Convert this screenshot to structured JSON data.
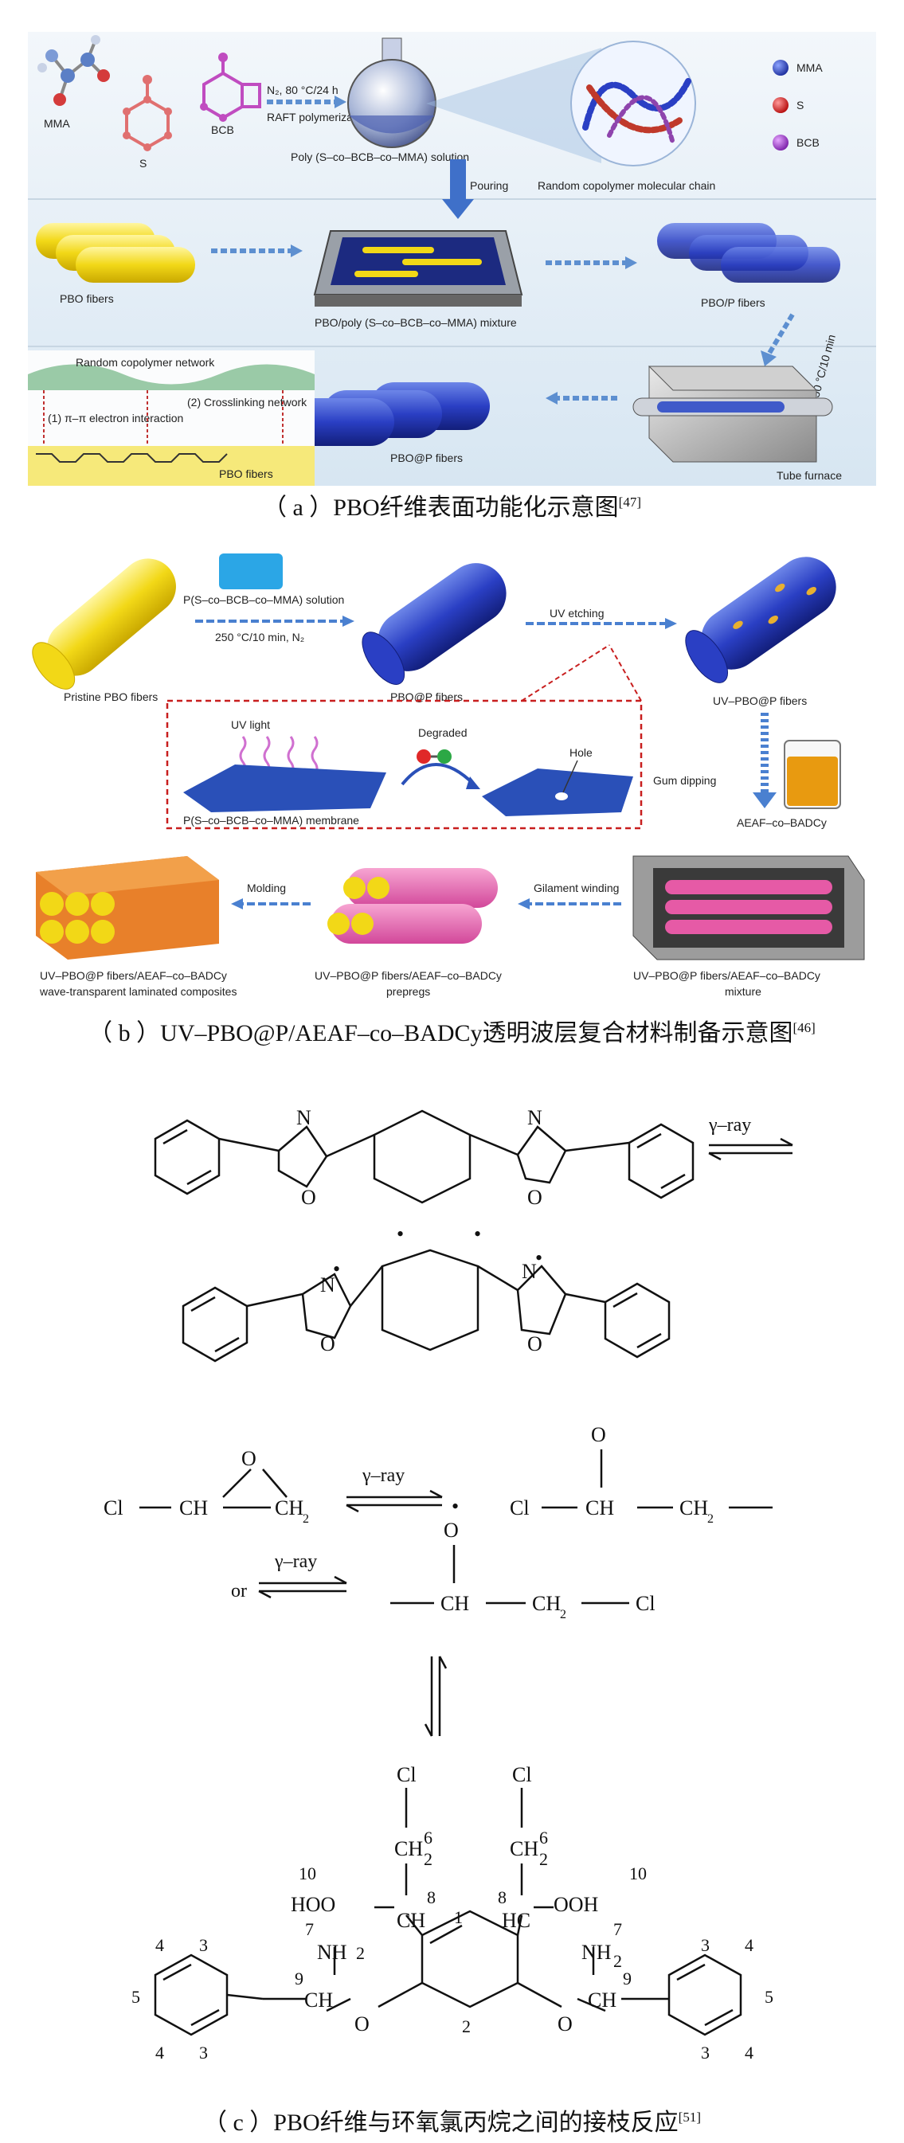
{
  "panel_a": {
    "mma": "MMA",
    "s": "S",
    "bcb": "BCB",
    "condition": "N₂, 80 °C/24 h",
    "raft": "RAFT polymerization",
    "solution": "Poly (S–co–BCB–co–MMA) solution",
    "chain": "Random copolymer molecular chain",
    "legend": [
      "MMA",
      "S",
      "BCB"
    ],
    "pouring": "Pouring",
    "pbo_fibers": "PBO fibers",
    "mixture": "PBO/poly (S–co–BCB–co–MMA) mixture",
    "pbop": "PBO/P fibers",
    "furnace_cond": "N₂, 250 °C/10 min",
    "network": "Random copolymer network",
    "interaction": "(1) π–π electron interaction",
    "crosslinking": "(2) Crosslinking network",
    "pbo_fibers2": "PBO fibers",
    "pboatp": "PBO@P fibers",
    "tube": "Tube furnace",
    "caption_main": "（ a ）PBO纤维表面功能化示意图",
    "caption_ref": "[47]"
  },
  "panel_b": {
    "pristine": "Pristine PBO fibers",
    "solution": "P(S–co–BCB–co–MMA) solution",
    "cond": "250 °C/10 min, N₂",
    "pboatp": "PBO@P fibers",
    "uv_etch": "UV etching",
    "uvpbo": "UV–PBO@P fibers",
    "uv_light": "UV light",
    "degraded": "Degraded",
    "hole": "Hole",
    "membrane": "P(S–co–BCB–co–MMA) membrane",
    "gum": "Gum dipping",
    "aeaf": "AEAF–co–BADCy",
    "molding": "Molding",
    "gilament": "Gilament winding",
    "lam1": "UV–PBO@P fibers/AEAF–co–BADCy",
    "lam2": "wave-transparent laminated composites",
    "pre1": "UV–PBO@P fibers/AEAF–co–BADCy",
    "pre2": "prepregs",
    "mix1": "UV–PBO@P fibers/AEAF–co–BADCy",
    "mix2": "mixture",
    "caption_main": "（ b ）UV–PBO@P/AEAF–co–BADCy透明波层复合材料制备示意图",
    "caption_ref": "[46]"
  },
  "panel_c": {
    "gamma": "γ–ray",
    "gamma2": "γ–ray",
    "gamma3": "γ–ray",
    "or": "or",
    "caption_main": "（ c ）PBO纤维与环氧氯丙烷之间的接枝反应",
    "caption_ref": "[51]"
  }
}
